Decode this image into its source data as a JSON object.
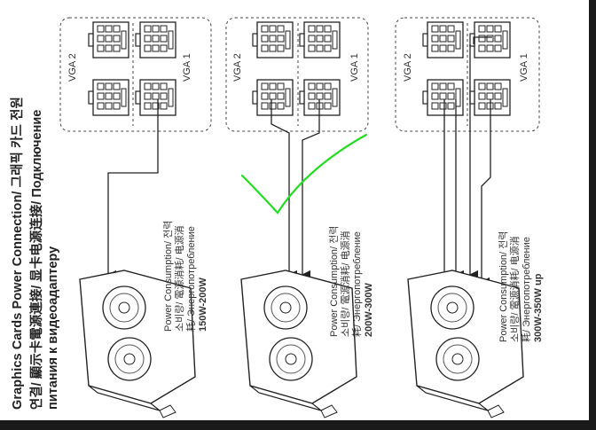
{
  "heading": {
    "line1": "Graphics Cards Power Connection/ 그래픽 카드 전원",
    "line2": "연결/ 顯示卡電源連接/ 显卡电源连接/ Подключение",
    "line3": "питания к видеоадаптеру"
  },
  "connector_labels": {
    "vga1": "VGA 1",
    "vga2": "VGA 2"
  },
  "configs": [
    {
      "line1": "Power Consumption/ 전력",
      "line2": "소비량/ 電源消耗/ 电源消",
      "line3": "耗/ Энергопотребление",
      "wattage": "150W-200W"
    },
    {
      "line1": "Power Consumption/ 전력",
      "line2": "소비량/ 電源消耗/ 电源消",
      "line3": "耗/ Энергопотребление",
      "wattage": "200W-300W"
    },
    {
      "line1": "Power Consumption/ 전력",
      "line2": "소비량/ 電源消耗/ 电源消",
      "line3": "耗/ Энергопотребление",
      "wattage": "300W-350W up"
    }
  ],
  "colors": {
    "checkmark": "#22dd22",
    "line": "#222222",
    "frame": "#1a1a1a"
  },
  "icons": [
    "checkmark-icon",
    "graphics-card-icon",
    "power-connector-icon"
  ]
}
